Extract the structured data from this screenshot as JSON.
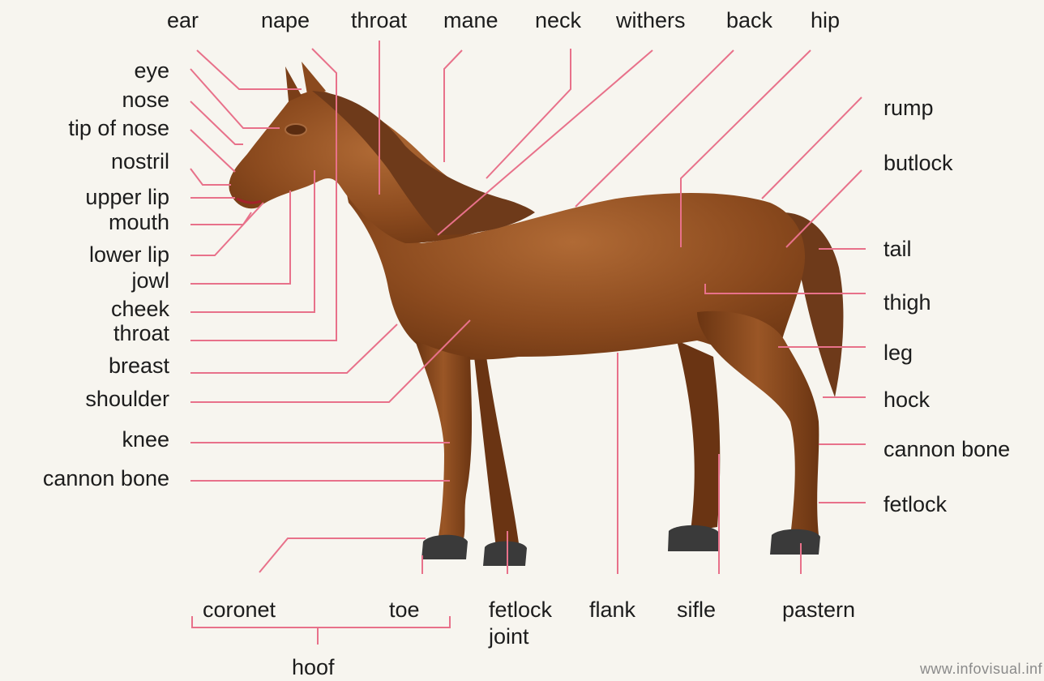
{
  "top_labels": [
    "ear",
    "nape",
    "throat",
    "mane",
    "neck",
    "withers",
    "back",
    "hip"
  ],
  "left_labels": [
    "eye",
    "nose",
    "tip of nose",
    "nostril",
    "upper lip",
    "mouth",
    "lower lip",
    "jowl",
    "cheek",
    "throat",
    "breast",
    "shoulder",
    "knee",
    "cannon bone"
  ],
  "right_labels": [
    "rump",
    "butlock",
    "tail",
    "thigh",
    "leg",
    "hock",
    "cannon bone",
    "fetlock"
  ],
  "bottom_labels": {
    "coronet": "coronet",
    "toe": "toe",
    "hoof": "hoof",
    "fetlock_joint_1": "fetlock",
    "fetlock_joint_2": "joint",
    "flank": "flank",
    "sifle": "sifle",
    "pastern": "pastern"
  },
  "watermark": "www.infovisual.inf",
  "colors": {
    "leader_line": "#e8718a",
    "coat": "#8b4a1e",
    "mane": "#6e3a1a",
    "hoof": "#3a3a3a",
    "background": "#f7f5ef"
  }
}
